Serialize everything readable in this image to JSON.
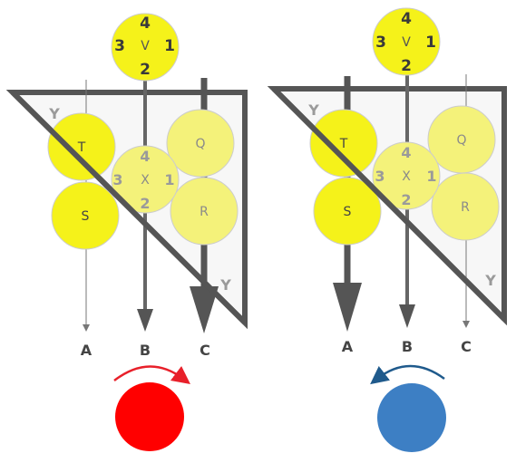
{
  "colors": {
    "yellow": "#f5f21a",
    "yellow_faint": "#f4f27a",
    "frame": "#555555",
    "panel_fill": "#f7f7f7",
    "red": "#ff0000",
    "blue": "#3d7fc4",
    "arrow_red": "#e8202a",
    "arrow_blue": "#1f5a8c"
  },
  "panels": [
    {
      "top_node": {
        "label": "V",
        "top": "4",
        "left": "3",
        "right": "1",
        "bottom": "2"
      },
      "mid_node": {
        "label": "X",
        "top": "4",
        "left": "3",
        "right": "1",
        "bottom": "2"
      },
      "nodes": {
        "T": "T",
        "S": "S",
        "Q": "Q",
        "R": "R"
      },
      "y_labels": [
        "Y",
        "Y"
      ],
      "outputs": [
        "A",
        "B",
        "C"
      ],
      "rotation": "clockwise",
      "ball_color": "red"
    },
    {
      "top_node": {
        "label": "V",
        "top": "4",
        "left": "3",
        "right": "1",
        "bottom": "2"
      },
      "mid_node": {
        "label": "X",
        "top": "4",
        "left": "3",
        "right": "1",
        "bottom": "2"
      },
      "nodes": {
        "T": "T",
        "S": "S",
        "Q": "Q",
        "R": "R"
      },
      "y_labels": [
        "Y",
        "Y"
      ],
      "outputs": [
        "A",
        "B",
        "C"
      ],
      "rotation": "counterclockwise",
      "ball_color": "blue"
    }
  ]
}
